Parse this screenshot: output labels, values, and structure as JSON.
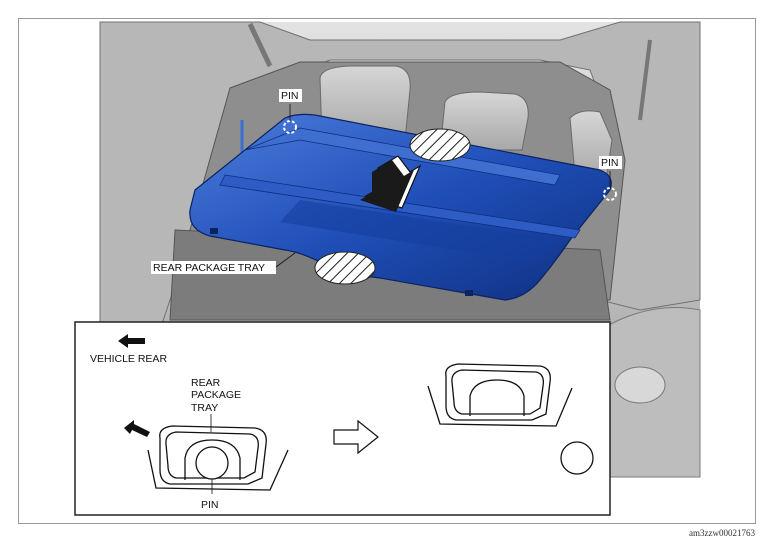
{
  "labels": {
    "pin_left": "PIN",
    "pin_right": "PIN",
    "rear_package_tray": "REAR PACKAGE TRAY",
    "vehicle_rear": "VEHICLE REAR",
    "inset_tray_line1": "REAR",
    "inset_tray_line2": "PACKAGE",
    "inset_tray_line3": "TRAY",
    "inset_pin": "PIN"
  },
  "reference_code": "am3zzw00021763",
  "colors": {
    "tray_blue": "#1f4fb8",
    "tray_dark": "#0f2f80",
    "tray_light": "#5a86e0",
    "car_gray": "#c9c9c9",
    "car_dark": "#6e6e6e"
  },
  "icons": {
    "removal_arrow": "down-left-arrow-icon",
    "vehicle_rear_arrow": "left-arrow-icon",
    "step_arrow": "right-arrow-outline-icon"
  }
}
